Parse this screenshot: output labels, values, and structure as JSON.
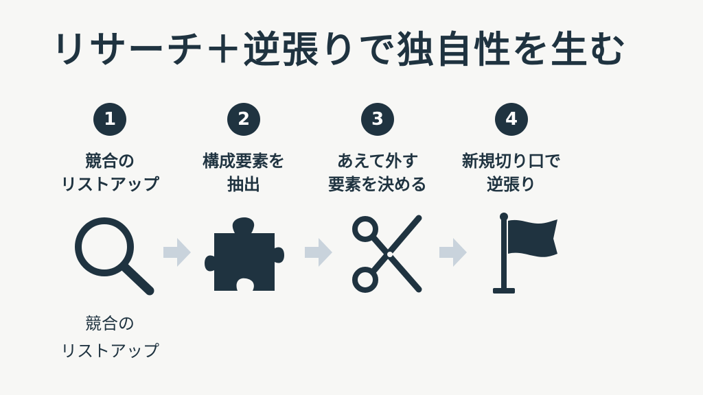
{
  "title": "リサーチ＋逆張りで独自性を生む",
  "steps": [
    {
      "number": "1",
      "line1": "競合の",
      "line2": "リストアップ",
      "icon": "magnifier-icon"
    },
    {
      "number": "2",
      "line1": "構成要素を",
      "line2": "抽出",
      "icon": "puzzle-piece-icon"
    },
    {
      "number": "3",
      "line1": "あえて外す",
      "line2": "要素を決める",
      "icon": "scissors-icon"
    },
    {
      "number": "4",
      "line1": "新規切り口で",
      "line2": "逆張り",
      "icon": "flag-icon"
    }
  ],
  "caption": {
    "line1": "競合の",
    "line2": "リストアップ"
  },
  "colors": {
    "primary": "#1f3340",
    "arrow": "#c9d3dc",
    "background": "#f7f7f5"
  }
}
